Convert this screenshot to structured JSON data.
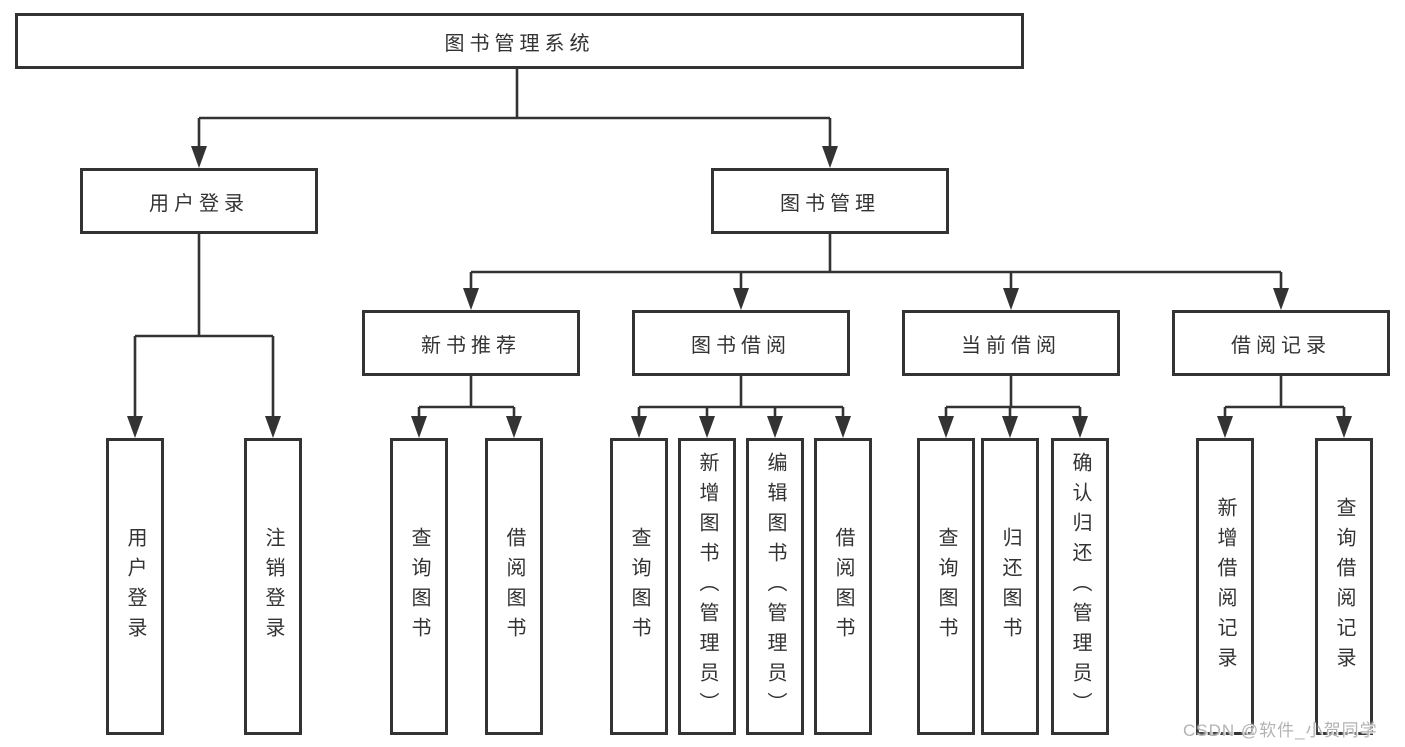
{
  "diagram": {
    "root": {
      "label": "图书管理系统"
    },
    "level2": {
      "user_login": {
        "label": "用户登录"
      },
      "book_management": {
        "label": "图书管理"
      }
    },
    "level3": {
      "new_book_recommend": {
        "label": "新书推荐"
      },
      "book_borrowing": {
        "label": "图书借阅"
      },
      "current_borrowing": {
        "label": "当前借阅"
      },
      "borrowing_records": {
        "label": "借阅记录"
      }
    },
    "leaves": {
      "user_login": {
        "label": "用户登录"
      },
      "logout": {
        "label": "注销登录"
      },
      "recommend_query_books": {
        "label": "查询图书"
      },
      "recommend_borrow_books": {
        "label": "借阅图书"
      },
      "borrowing_query_books": {
        "label": "查询图书"
      },
      "borrowing_add_books": {
        "label": "新增图书（管理员）"
      },
      "borrowing_edit_books": {
        "label": "编辑图书（管理员）"
      },
      "borrowing_borrow_books": {
        "label": "借阅图书"
      },
      "current_query_books": {
        "label": "查询图书"
      },
      "current_return_books": {
        "label": "归还图书"
      },
      "current_confirm_return": {
        "label": "确认归还（管理员）"
      },
      "records_add_record": {
        "label": "新增借阅记录"
      },
      "records_query_record": {
        "label": "查询借阅记录"
      }
    }
  },
  "watermark": {
    "text": "CSDN @软件_小贺同学"
  },
  "colors": {
    "line": "#333333",
    "box_background": "#ffffff",
    "watermark": "#b3b3b3"
  }
}
